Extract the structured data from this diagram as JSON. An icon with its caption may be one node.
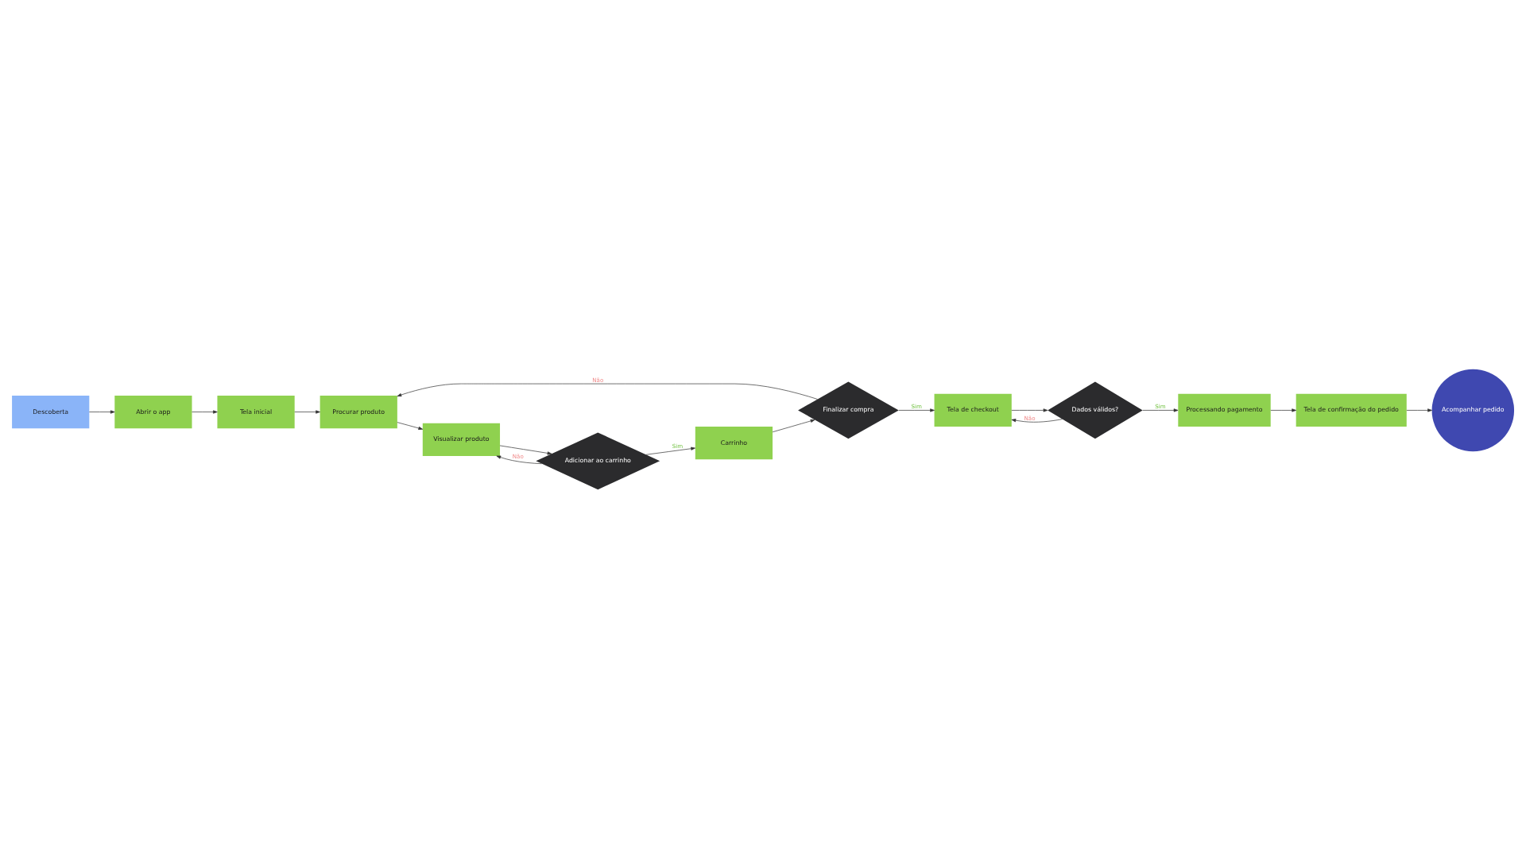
{
  "diagram": {
    "nodes": [
      {
        "text": [
          "Descoberta"
        ]
      },
      {
        "text": [
          "Tela de checkout"
        ]
      },
      {
        "text": [
          "Dados válidos?"
        ]
      },
      {
        "text": [
          "Processando pagamento"
        ]
      },
      {
        "text": [
          "Tela de confirmação do pedido"
        ]
      },
      {
        "text": [
          "Acompanhar pedido"
        ]
      },
      {
        "text": [
          "Finalizar compra"
        ]
      },
      {
        "text": [
          "Abrir o app"
        ]
      },
      {
        "text": [
          "Tela inicial"
        ]
      },
      {
        "text": [
          "Procurar produto"
        ]
      },
      {
        "text": [
          "Visualizar produto"
        ]
      },
      {
        "text": [
          "Carrinho"
        ]
      },
      {
        "text": [
          "Adicionar ao carrinho"
        ]
      }
    ],
    "edges": [
      {
        "from": 0,
        "to": 7,
        "arrow": "to"
      },
      {
        "from": 7,
        "to": 8,
        "arrow": "to"
      },
      {
        "from": 8,
        "to": 9,
        "arrow": "to"
      },
      {
        "from": 9,
        "to": 10,
        "arrow": "to"
      },
      {
        "from": 1,
        "to": 2,
        "arrow": "to"
      },
      {
        "from": 2,
        "to": 3,
        "arrow": "to",
        "label": "Sim"
      },
      {
        "from": 2,
        "to": 1,
        "arrow": "to",
        "label": "Não"
      },
      {
        "from": 3,
        "to": 4,
        "arrow": "to"
      },
      {
        "from": 4,
        "to": 5,
        "arrow": "to"
      },
      {
        "from": 6,
        "to": 1,
        "arrow": "to",
        "label": "Sim"
      },
      {
        "from": 6,
        "to": 9,
        "arrow": "to",
        "label": "Não"
      },
      {
        "from": 10,
        "to": 12,
        "arrow": "to"
      },
      {
        "from": 12,
        "to": 11,
        "arrow": "to",
        "label": "Sim"
      },
      {
        "from": 12,
        "to": 10,
        "arrow": "to",
        "label": "Não"
      },
      {
        "from": 11,
        "to": 6,
        "arrow": "to"
      }
    ]
  }
}
